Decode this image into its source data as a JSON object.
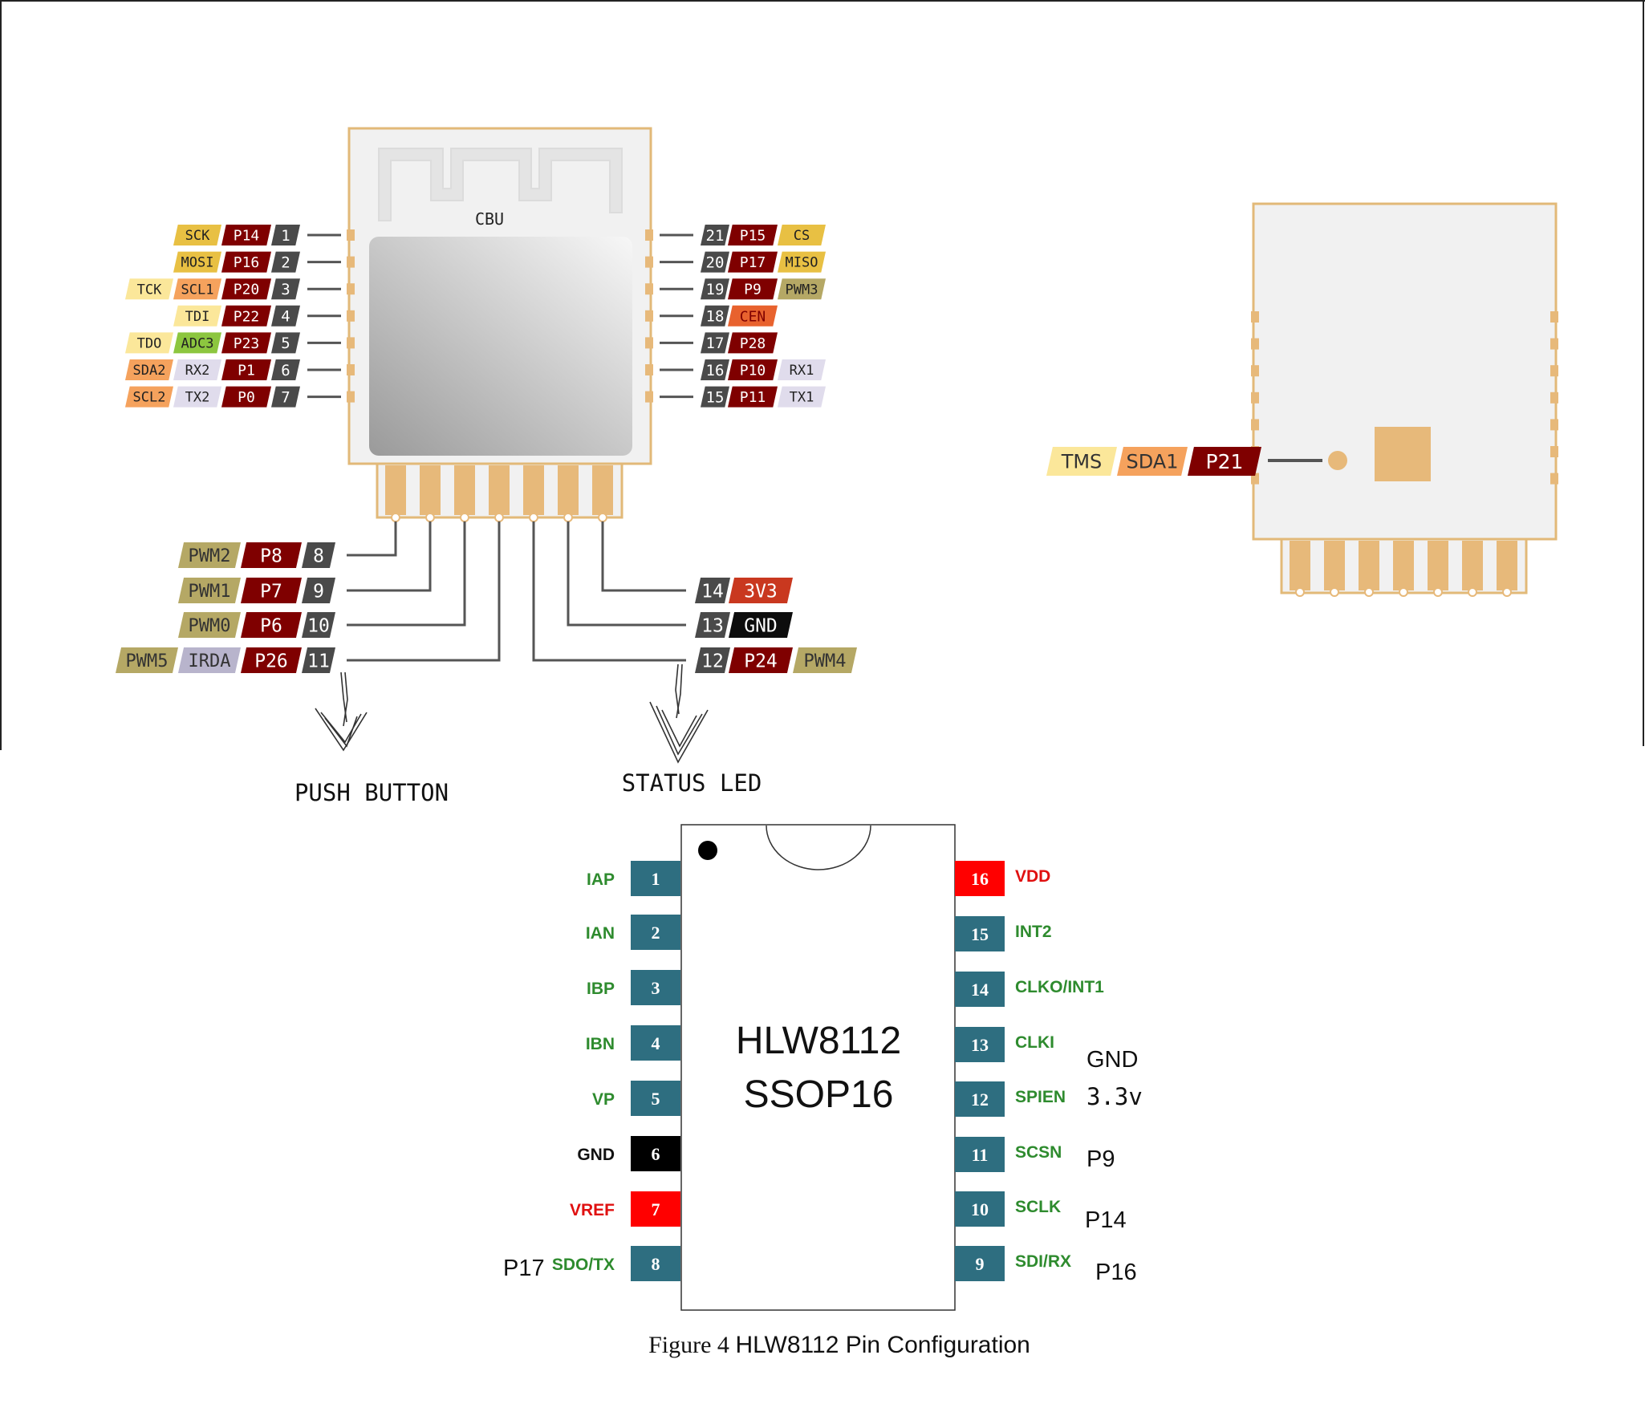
{
  "cbu": {
    "label": "CBU",
    "left_pins": [
      {
        "num": "1",
        "gpio": "P14",
        "funcs": [
          {
            "t": "SCK",
            "c": "#e8c043"
          }
        ]
      },
      {
        "num": "2",
        "gpio": "P16",
        "funcs": [
          {
            "t": "MOSI",
            "c": "#e8c043"
          }
        ]
      },
      {
        "num": "3",
        "gpio": "P20",
        "funcs": [
          {
            "t": "SCL1",
            "c": "#f5a25d"
          },
          {
            "t": "TCK",
            "c": "#fbe79a"
          }
        ]
      },
      {
        "num": "4",
        "gpio": "P22",
        "funcs": [
          {
            "t": "TDI",
            "c": "#fbe79a"
          }
        ]
      },
      {
        "num": "5",
        "gpio": "P23",
        "funcs": [
          {
            "t": "ADC3",
            "c": "#8cc63f"
          },
          {
            "t": "TDO",
            "c": "#fbe79a"
          }
        ]
      },
      {
        "num": "6",
        "gpio": "P1",
        "funcs": [
          {
            "t": "RX2",
            "c": "#e0dcec"
          },
          {
            "t": "SDA2",
            "c": "#f5a25d"
          }
        ]
      },
      {
        "num": "7",
        "gpio": "P0",
        "funcs": [
          {
            "t": "TX2",
            "c": "#e0dcec"
          },
          {
            "t": "SCL2",
            "c": "#f5a25d"
          }
        ]
      }
    ],
    "right_pins": [
      {
        "num": "21",
        "gpio": "P15",
        "gpio_color": "#7f0000",
        "funcs": [
          {
            "t": "CS",
            "c": "#e8c043"
          }
        ]
      },
      {
        "num": "20",
        "gpio": "P17",
        "gpio_color": "#7f0000",
        "funcs": [
          {
            "t": "MISO",
            "c": "#e8c043"
          }
        ]
      },
      {
        "num": "19",
        "gpio": "P9",
        "gpio_color": "#7f0000",
        "funcs": [
          {
            "t": "PWM3",
            "c": "#b5a865"
          }
        ]
      },
      {
        "num": "18",
        "gpio": "CEN",
        "gpio_color": "#e8622e",
        "funcs": []
      },
      {
        "num": "17",
        "gpio": "P28",
        "gpio_color": "#7f0000",
        "funcs": []
      },
      {
        "num": "16",
        "gpio": "P10",
        "gpio_color": "#7f0000",
        "funcs": [
          {
            "t": "RX1",
            "c": "#e0dcec"
          }
        ]
      },
      {
        "num": "15",
        "gpio": "P11",
        "gpio_color": "#7f0000",
        "funcs": [
          {
            "t": "TX1",
            "c": "#e0dcec"
          }
        ]
      }
    ],
    "bottom_left_pins": [
      {
        "num": "8",
        "gpio": "P8",
        "funcs": [
          {
            "t": "PWM2",
            "c": "#b5a865"
          }
        ]
      },
      {
        "num": "9",
        "gpio": "P7",
        "funcs": [
          {
            "t": "PWM1",
            "c": "#b5a865"
          }
        ]
      },
      {
        "num": "10",
        "gpio": "P6",
        "funcs": [
          {
            "t": "PWM0",
            "c": "#b5a865"
          }
        ]
      },
      {
        "num": "11",
        "gpio": "P26",
        "funcs": [
          {
            "t": "IRDA",
            "c": "#b8b4cc"
          },
          {
            "t": "PWM5",
            "c": "#b5a865"
          }
        ]
      }
    ],
    "bottom_right_pins": [
      {
        "num": "14",
        "gpio": "3V3",
        "gpio_color": "#c9381f",
        "funcs": []
      },
      {
        "num": "13",
        "gpio": "GND",
        "gpio_color": "#0d0d0d",
        "funcs": []
      },
      {
        "num": "12",
        "gpio": "P24",
        "gpio_color": "#7f0000",
        "funcs": [
          {
            "t": "PWM4",
            "c": "#b5a865"
          }
        ]
      }
    ]
  },
  "annotations": {
    "push_button": "PUSH BUTTON",
    "status_led": "STATUS LED"
  },
  "back_view": {
    "pin": {
      "gpio": "P21",
      "funcs": [
        {
          "t": "SDA1",
          "c": "#f5a25d"
        },
        {
          "t": "TMS",
          "c": "#fbe79a"
        }
      ]
    }
  },
  "hlw": {
    "line1": "HLW8112",
    "line2": "SSOP16",
    "caption_figure": "Figure 4",
    "caption_text": "HLW8112 Pin Configuration",
    "left_pins": [
      {
        "num": "1",
        "name": "IAP",
        "box": "#2e6e80",
        "text": "#2e8b2e"
      },
      {
        "num": "2",
        "name": "IAN",
        "box": "#2e6e80",
        "text": "#2e8b2e"
      },
      {
        "num": "3",
        "name": "IBP",
        "box": "#2e6e80",
        "text": "#2e8b2e"
      },
      {
        "num": "4",
        "name": "IBN",
        "box": "#2e6e80",
        "text": "#2e8b2e"
      },
      {
        "num": "5",
        "name": "VP",
        "box": "#2e6e80",
        "text": "#2e8b2e"
      },
      {
        "num": "6",
        "name": "GND",
        "box": "#000000",
        "text": "#111111"
      },
      {
        "num": "7",
        "name": "VREF",
        "box": "#ff0000",
        "text": "#e01010"
      },
      {
        "num": "8",
        "name": "SDO/TX",
        "box": "#2e6e80",
        "text": "#2e8b2e"
      }
    ],
    "right_pins": [
      {
        "num": "16",
        "name": "VDD",
        "box": "#ff0000",
        "text": "#e01010"
      },
      {
        "num": "15",
        "name": "INT2",
        "box": "#2e6e80",
        "text": "#2e8b2e"
      },
      {
        "num": "14",
        "name": "CLKO/INT1",
        "box": "#2e6e80",
        "text": "#2e8b2e"
      },
      {
        "num": "13",
        "name": "CLKI",
        "box": "#2e6e80",
        "text": "#2e8b2e"
      },
      {
        "num": "12",
        "name": "SPIEN",
        "box": "#2e6e80",
        "text": "#2e8b2e"
      },
      {
        "num": "11",
        "name": "SCSN",
        "box": "#2e6e80",
        "text": "#2e8b2e"
      },
      {
        "num": "10",
        "name": "SCLK",
        "box": "#2e6e80",
        "text": "#2e8b2e"
      },
      {
        "num": "9",
        "name": "SDI/RX",
        "box": "#2e6e80",
        "text": "#2e8b2e"
      }
    ],
    "notes": {
      "p17": "P17",
      "gnd": "GND",
      "v33": "3.3v",
      "p9": "P9",
      "p14": "P14",
      "p16": "P16"
    }
  }
}
